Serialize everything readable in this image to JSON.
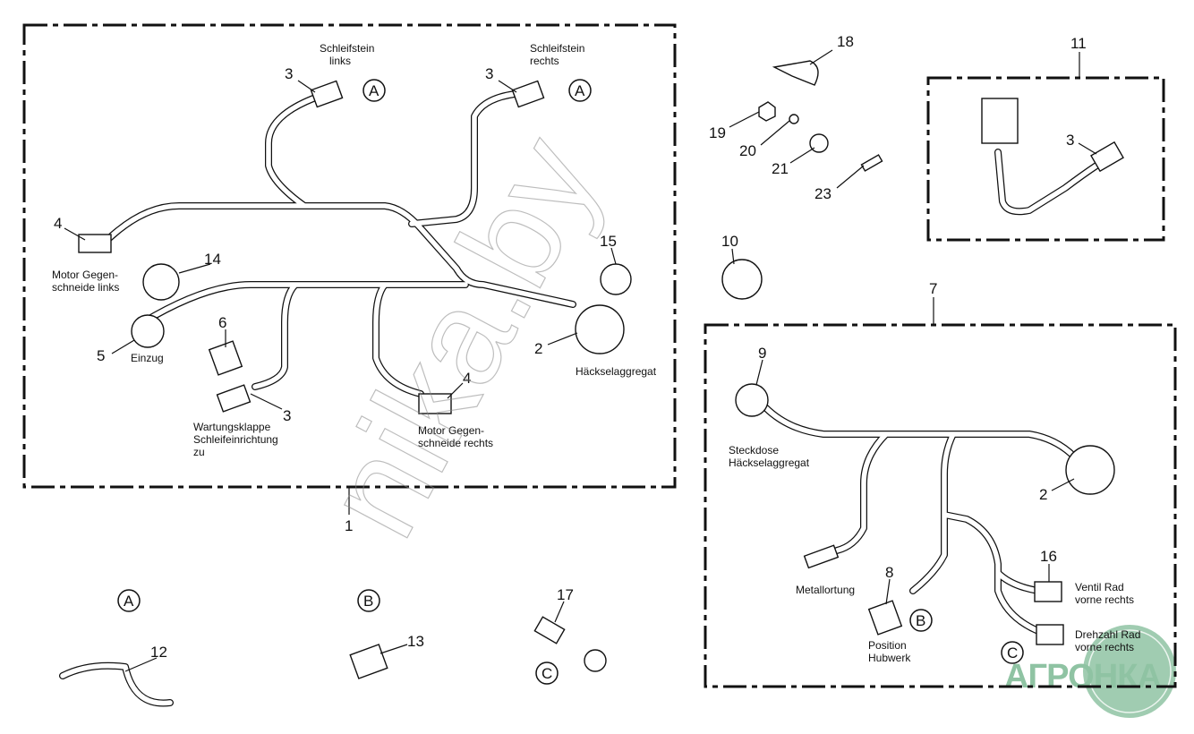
{
  "callouts": [
    "3",
    "3",
    "4",
    "14",
    "5",
    "6",
    "3",
    "4",
    "15",
    "2",
    "1",
    "18",
    "19",
    "20",
    "21",
    "23",
    "10",
    "11",
    "3",
    "7",
    "9",
    "2",
    "8",
    "16",
    "12",
    "13",
    "17"
  ],
  "letters": [
    "A",
    "A",
    "A",
    "B",
    "B",
    "C",
    "C"
  ],
  "labels": {
    "schleifstein_links": [
      "Schleifstein",
      "links"
    ],
    "schleifstein_rechts": [
      "Schleifstein",
      "rechts"
    ],
    "motor_links": [
      "Motor Gegen-",
      "schneide links"
    ],
    "einzug": "Einzug",
    "wartungsklappe": [
      "Wartungsklappe",
      "Schleifeinrichtung",
      "zu"
    ],
    "motor_rechts": [
      "Motor Gegen-",
      "schneide rechts"
    ],
    "haeckselaggregat": "Häckselaggregat",
    "steckdose": [
      "Steckdose",
      "Häckselaggregat"
    ],
    "metallortung": "Metallortung",
    "position_hubwerk": [
      "Position",
      "Hubwerk"
    ],
    "ventil_rad": [
      "Ventil Rad",
      "vorne rechts"
    ],
    "drehzahl_rad": [
      "Drehzahl Rad",
      "vorne rechts"
    ]
  },
  "watermark": "nika.by",
  "logo": {
    "text": "АГРОНКА",
    "color": "#8fc3a3"
  }
}
